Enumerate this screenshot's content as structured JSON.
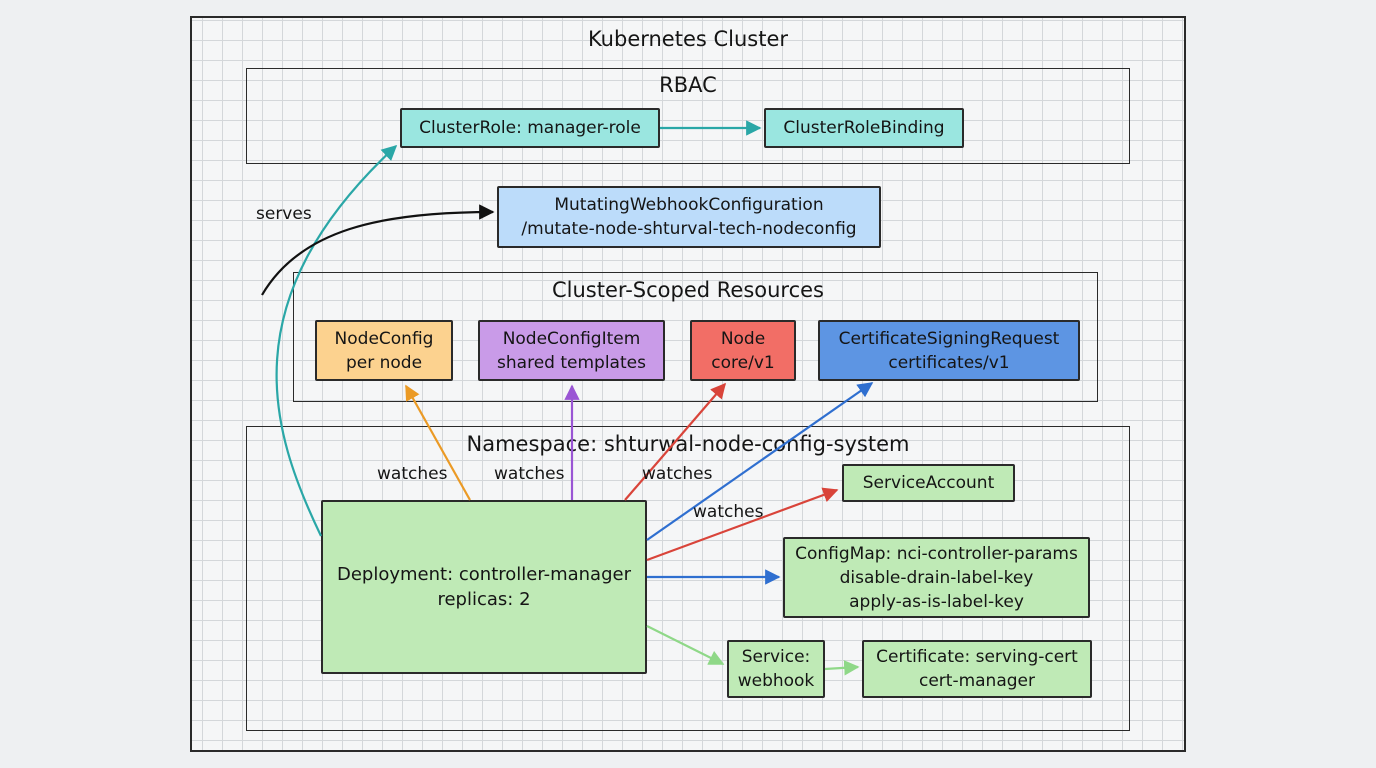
{
  "diagram": {
    "cluster_title": "Kubernetes Cluster",
    "rbac": {
      "title": "RBAC",
      "cluster_role": "ClusterRole: manager-role",
      "cluster_role_binding": "ClusterRoleBinding"
    },
    "webhook_config": {
      "line1": "MutatingWebhookConfiguration",
      "line2": "/mutate-node-shturval-tech-nodeconfig"
    },
    "cluster_scoped": {
      "title": "Cluster-Scoped Resources",
      "node_config": {
        "line1": "NodeConfig",
        "line2": "per node"
      },
      "node_config_item": {
        "line1": "NodeConfigItem",
        "line2": "shared templates"
      },
      "node": {
        "line1": "Node",
        "line2": "core/v1"
      },
      "csr": {
        "line1": "CertificateSigningRequest",
        "line2": "certificates/v1"
      }
    },
    "namespace": {
      "title": "Namespace: shturwal-node-config-system",
      "deployment": {
        "line1": "Deployment: controller-manager",
        "line2": "replicas: 2"
      },
      "service_account": "ServiceAccount",
      "config_map": {
        "line1": "ConfigMap: nci-controller-params",
        "line2": "disable-drain-label-key",
        "line3": "apply-as-is-label-key"
      },
      "service": {
        "line1": "Service:",
        "line2": "webhook"
      },
      "certificate": {
        "line1": "Certificate: serving-cert",
        "line2": "cert-manager"
      }
    },
    "edge_labels": {
      "serves": "serves",
      "watches_nodeconfig": "watches",
      "watches_nodeconfigitem": "watches",
      "watches_node": "watches",
      "watches_csr": "watches"
    },
    "colors": {
      "teal": "#9ae6e0",
      "light_blue": "#bcdcfa",
      "orange": "#fcd28f",
      "purple": "#c99be8",
      "red": "#f26e66",
      "blue": "#5d95e3",
      "green": "#bfeab6",
      "arrow_teal": "#2aa7a7",
      "arrow_orange": "#eb9a25",
      "arrow_purple": "#9a55d4",
      "arrow_red": "#d9443a",
      "arrow_blue": "#2f6fd0",
      "arrow_green": "#8fd888"
    }
  }
}
